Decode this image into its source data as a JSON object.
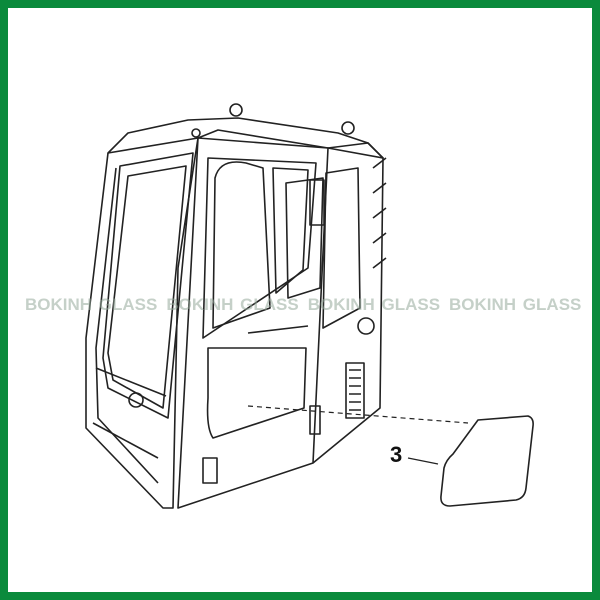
{
  "watermark": [
    "BOKINH GLASS",
    "BOKINH GLASS",
    "BOKINH GLASS",
    "BOKINH GLASS"
  ],
  "part_number": "3",
  "colors": {
    "border": "#0a8a3c",
    "line": "#222222",
    "watermark": "#96aa9b"
  }
}
